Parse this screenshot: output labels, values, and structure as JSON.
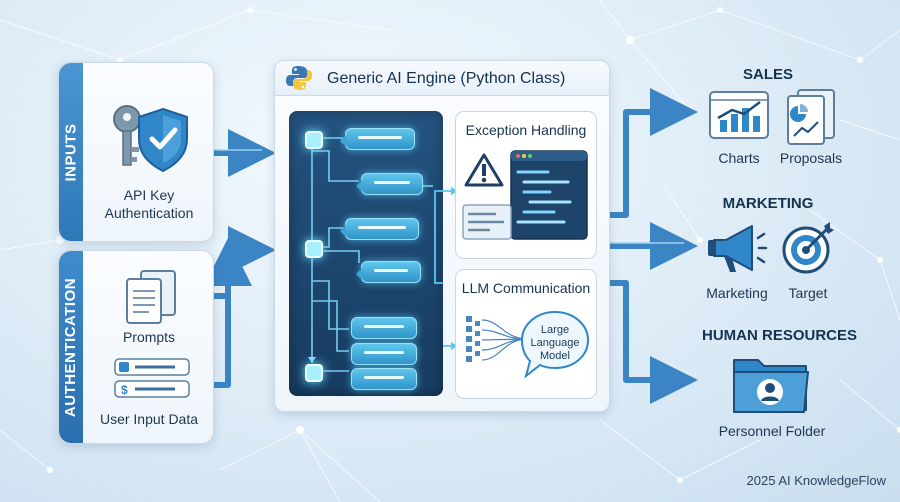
{
  "left": {
    "inputs_tab": "INPUTS",
    "auth_tab": "AUTHENTICATION",
    "api_key_label": "API Key\nAuthentication",
    "prompts_label": "Prompts",
    "user_input_label": "User Input Data"
  },
  "engine": {
    "title": "Generic AI Engine (Python Class)",
    "exception_title": "Exception Handling",
    "llm_title": "LLM Communication",
    "llm_bubble": "Large\nLanguage\nModel"
  },
  "outputs": {
    "sales": {
      "heading": "SALES",
      "item1": "Charts",
      "item2": "Proposals"
    },
    "marketing": {
      "heading": "MARKETING",
      "item1": "Marketing",
      "item2": "Target"
    },
    "hr": {
      "heading": "HUMAN RESOURCES",
      "item1": "Personnel Folder"
    }
  },
  "footer": "2025 AI KnowledgeFlow",
  "colors": {
    "accent": "#2f86c8",
    "dark_panel": "#1f4d78",
    "tab_blue": "#3c86c5"
  }
}
